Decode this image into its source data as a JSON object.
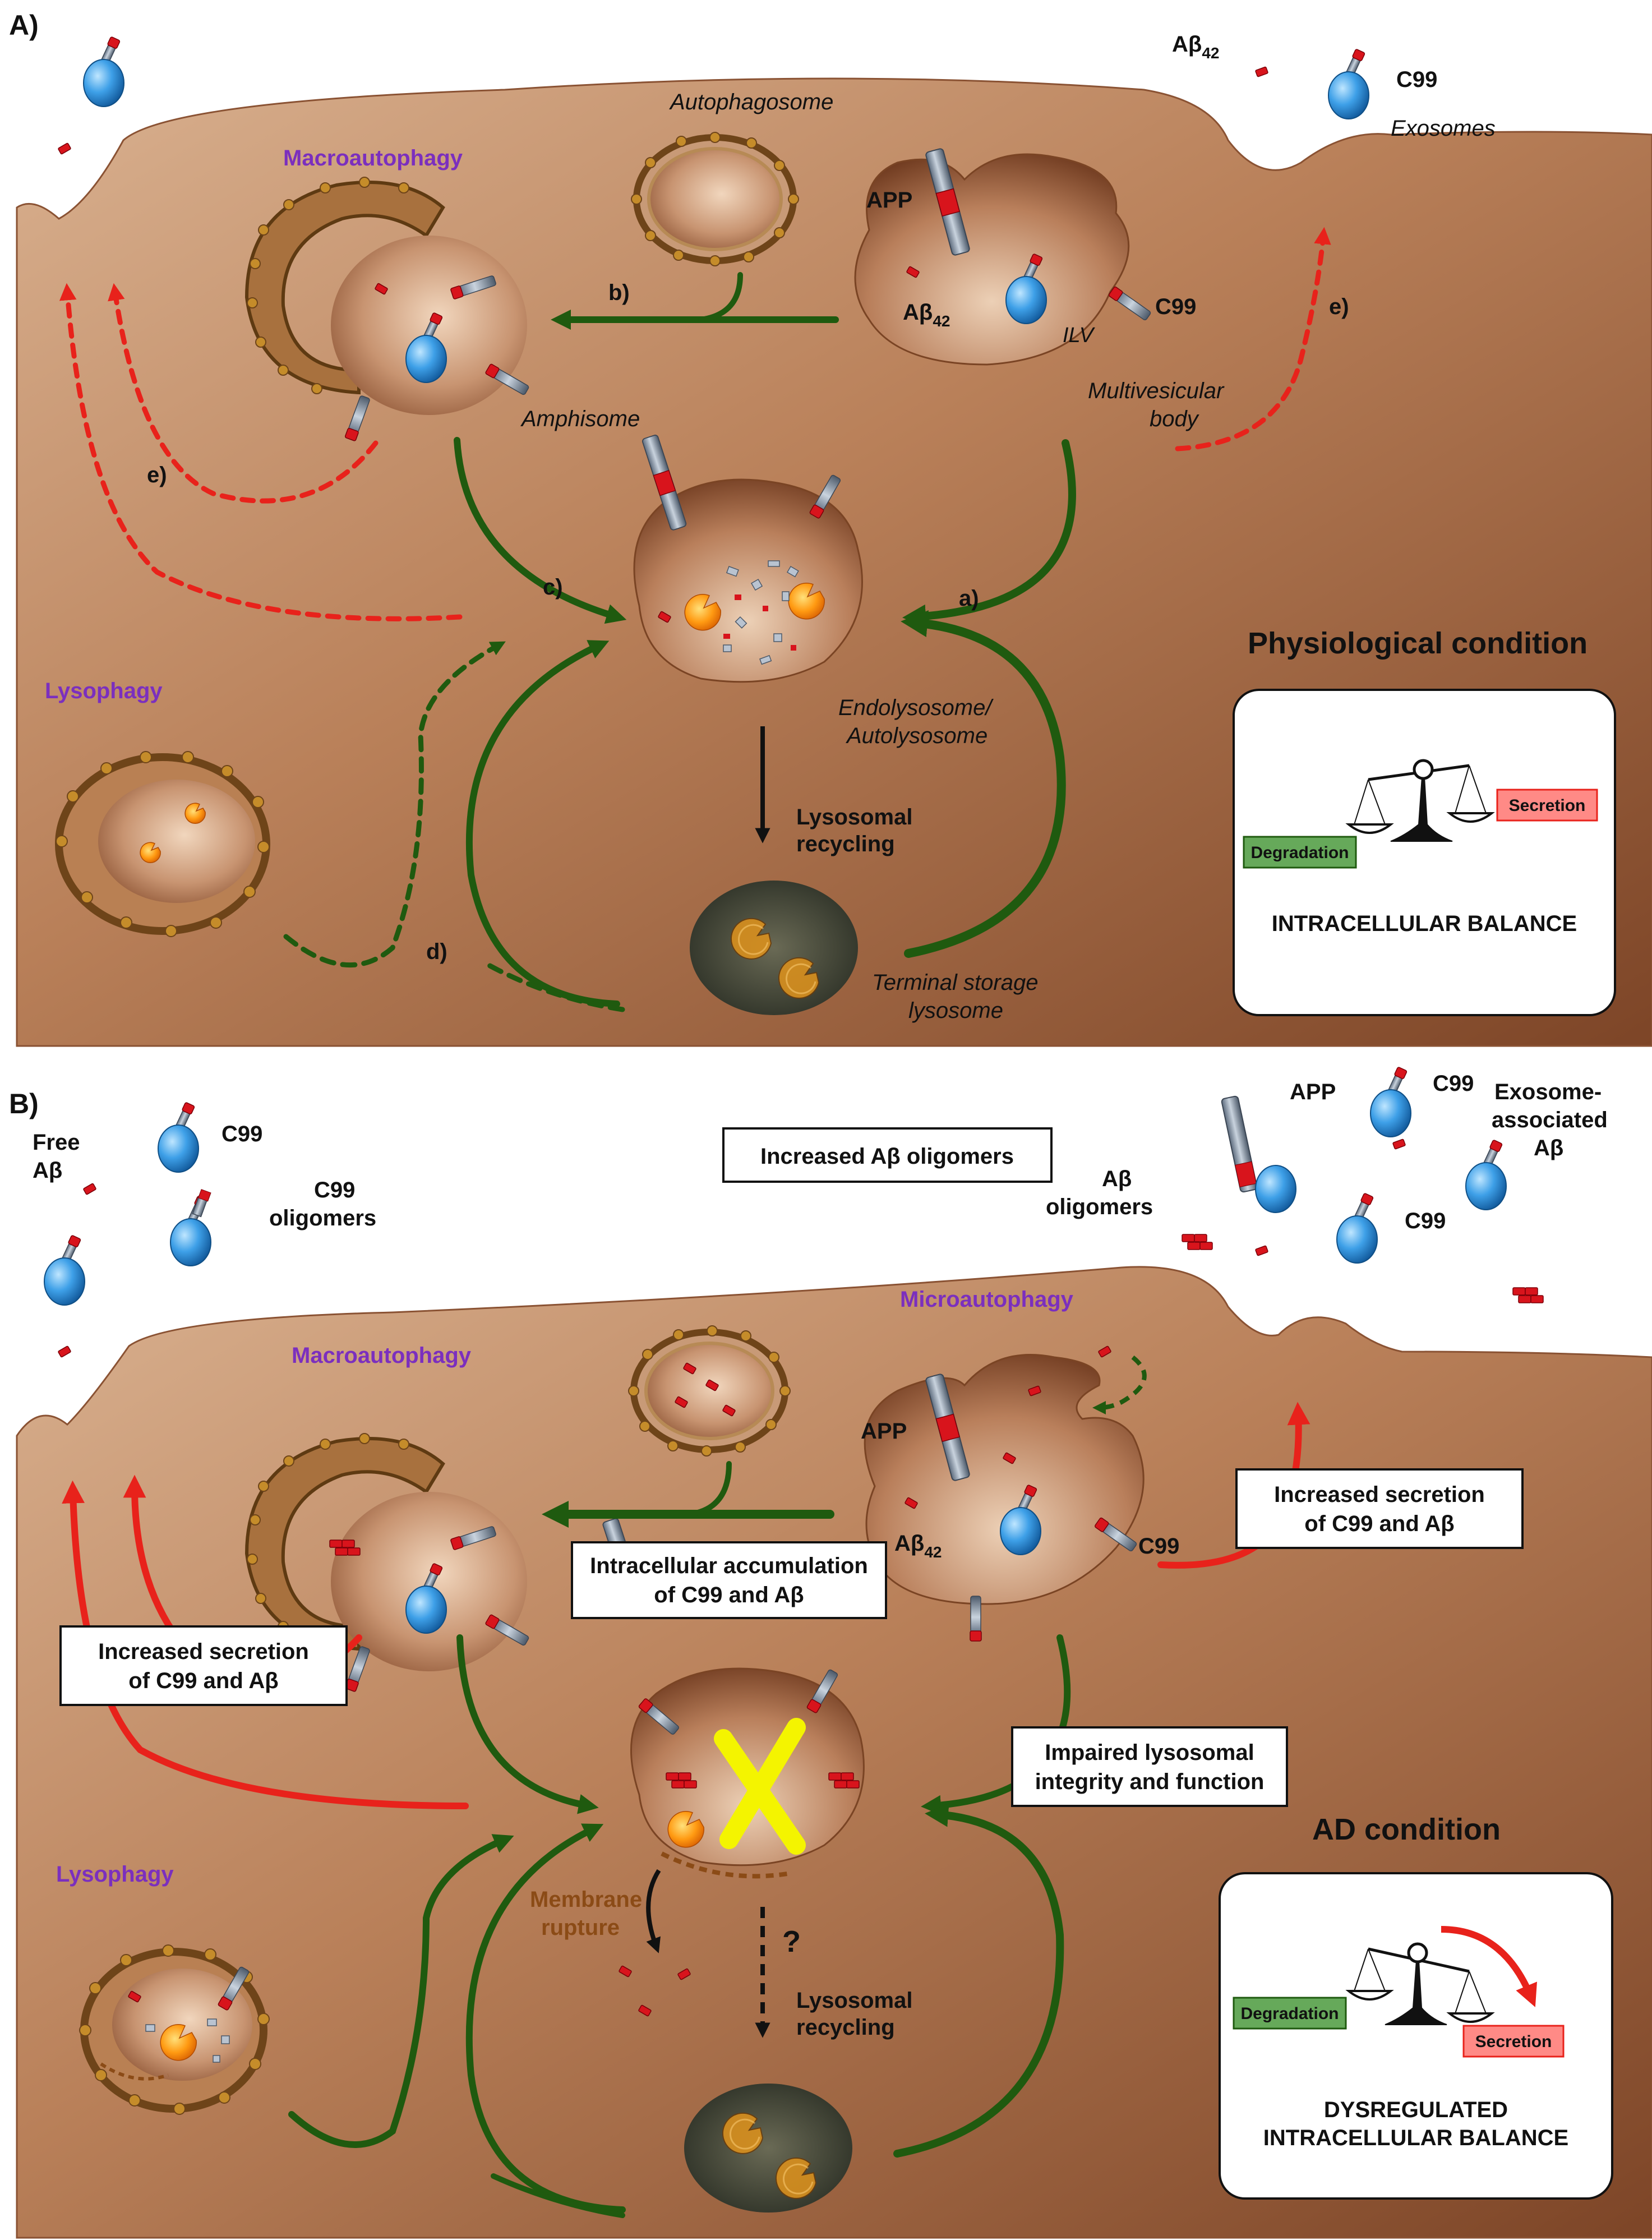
{
  "panel_a": {
    "letter": "A)",
    "labels": {
      "abeta42_top": "Aβ",
      "abeta42_top_sub": "42",
      "c99_top": "C99",
      "exosomes": "Exosomes",
      "autophagosome": "Autophagosome",
      "macroautophagy": "Macroautophagy",
      "app": "APP",
      "abeta42_mvb": "Aβ",
      "abeta42_mvb_sub": "42",
      "c99_mvb": "C99",
      "ilv": "ILV",
      "mvb_line1": "Multivesicular",
      "mvb_line2": "body",
      "amphisome": "Amphisome",
      "step_b": "b)",
      "step_e_left": "e)",
      "step_e_right": "e)",
      "step_c": "c)",
      "step_a": "a)",
      "step_d": "d)",
      "lysophagy": "Lysophagy",
      "endolysosome_line1": "Endolysosome/",
      "endolysosome_line2": "Autolysosome",
      "recycling_line1": "Lysosomal",
      "recycling_line2": "recycling",
      "terminal_line1": "Terminal storage",
      "terminal_line2": "lysosome",
      "condition": "Physiological condition"
    },
    "legend": {
      "degradation": "Degradation",
      "secretion": "Secretion",
      "caption": "INTRACELLULAR BALANCE"
    }
  },
  "panel_b": {
    "letter": "B)",
    "labels": {
      "free_abeta_line1": "Free",
      "free_abeta_line2": "Aβ",
      "c99_top": "C99",
      "c99_olig_line1": "C99",
      "c99_olig_line2": "oligomers",
      "increased_oligomers": "Increased Aβ oligomers",
      "app_top": "APP",
      "c99_top_right": "C99",
      "exo_line1": "Exosome-",
      "exo_line2": "associated",
      "exo_line3": "Aβ",
      "abeta_olig_line1": "Aβ",
      "abeta_olig_line2": "oligomers",
      "c99_right": "C99",
      "microautophagy": "Microautophagy",
      "macroautophagy": "Macroautophagy",
      "app_mvb": "APP",
      "abeta42_mvb": "Aβ",
      "abeta42_mvb_sub": "42",
      "c99_mvb": "C99",
      "accum_line1": "Intracellular accumulation",
      "accum_line2": "of C99 and Aβ",
      "sec_right_line1": "Increased secretion",
      "sec_right_line2": "of C99 and Aβ",
      "sec_left_line1": "Increased secretion",
      "sec_left_line2": "of C99 and Aβ",
      "impaired_line1": "Impaired lysosomal",
      "impaired_line2": "integrity and function",
      "condition": "AD condition",
      "lysophagy": "Lysophagy",
      "rupture_line1": "Membrane",
      "rupture_line2": "rupture",
      "question": "?",
      "recycling_line1": "Lysosomal",
      "recycling_line2": "recycling"
    },
    "legend": {
      "degradation": "Degradation",
      "secretion": "Secretion",
      "caption_line1": "DYSREGULATED",
      "caption_line2": "INTRACELLULAR BALANCE"
    }
  },
  "colors": {
    "cell_dark": "#8a5233",
    "cell_light": "#dcb390",
    "pathway_green": "#1f5a0f",
    "secretion_red": "#e8221b",
    "c99_blue": "#2f8fd9",
    "abeta_red": "#d8141c",
    "enzyme_orange": "#ff9a12",
    "block_yellow": "#f4f400",
    "rupture_brown": "#8b4b16"
  }
}
